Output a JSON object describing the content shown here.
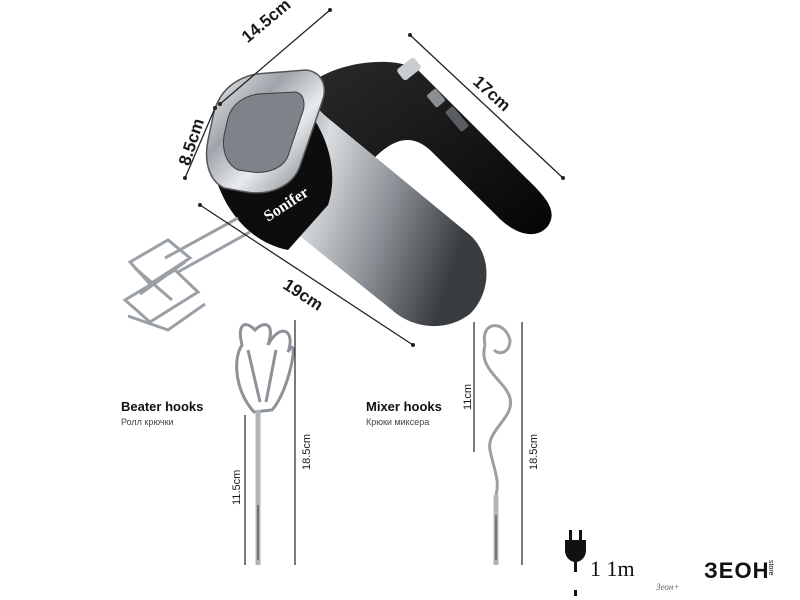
{
  "product": {
    "brand": "Sonifer",
    "dimensions": {
      "length_top": "14.5cm",
      "height_head": "8.5cm",
      "length_handle": "17cm",
      "length_total": "19cm"
    }
  },
  "beater_hooks": {
    "title": "Beater hooks",
    "subtitle": "Ролл крючки",
    "total_length": "18.5cm",
    "shaft_length": "11.5cm"
  },
  "mixer_hooks": {
    "title": "Mixer hooks",
    "subtitle": "Крюки миксера",
    "hook_length": "11cm",
    "total_length": "18.5cm"
  },
  "footer": {
    "code_text": "1  1m",
    "sub_text": "Зеон+",
    "logo_text": "ЗЕОН",
    "logo_side": "store"
  },
  "icons": {
    "plug": "plug-icon",
    "logo": "zeon-logo"
  },
  "colors": {
    "body_black": "#111111",
    "chrome": "#c9cdd1",
    "accent": "#1a1a1a"
  }
}
